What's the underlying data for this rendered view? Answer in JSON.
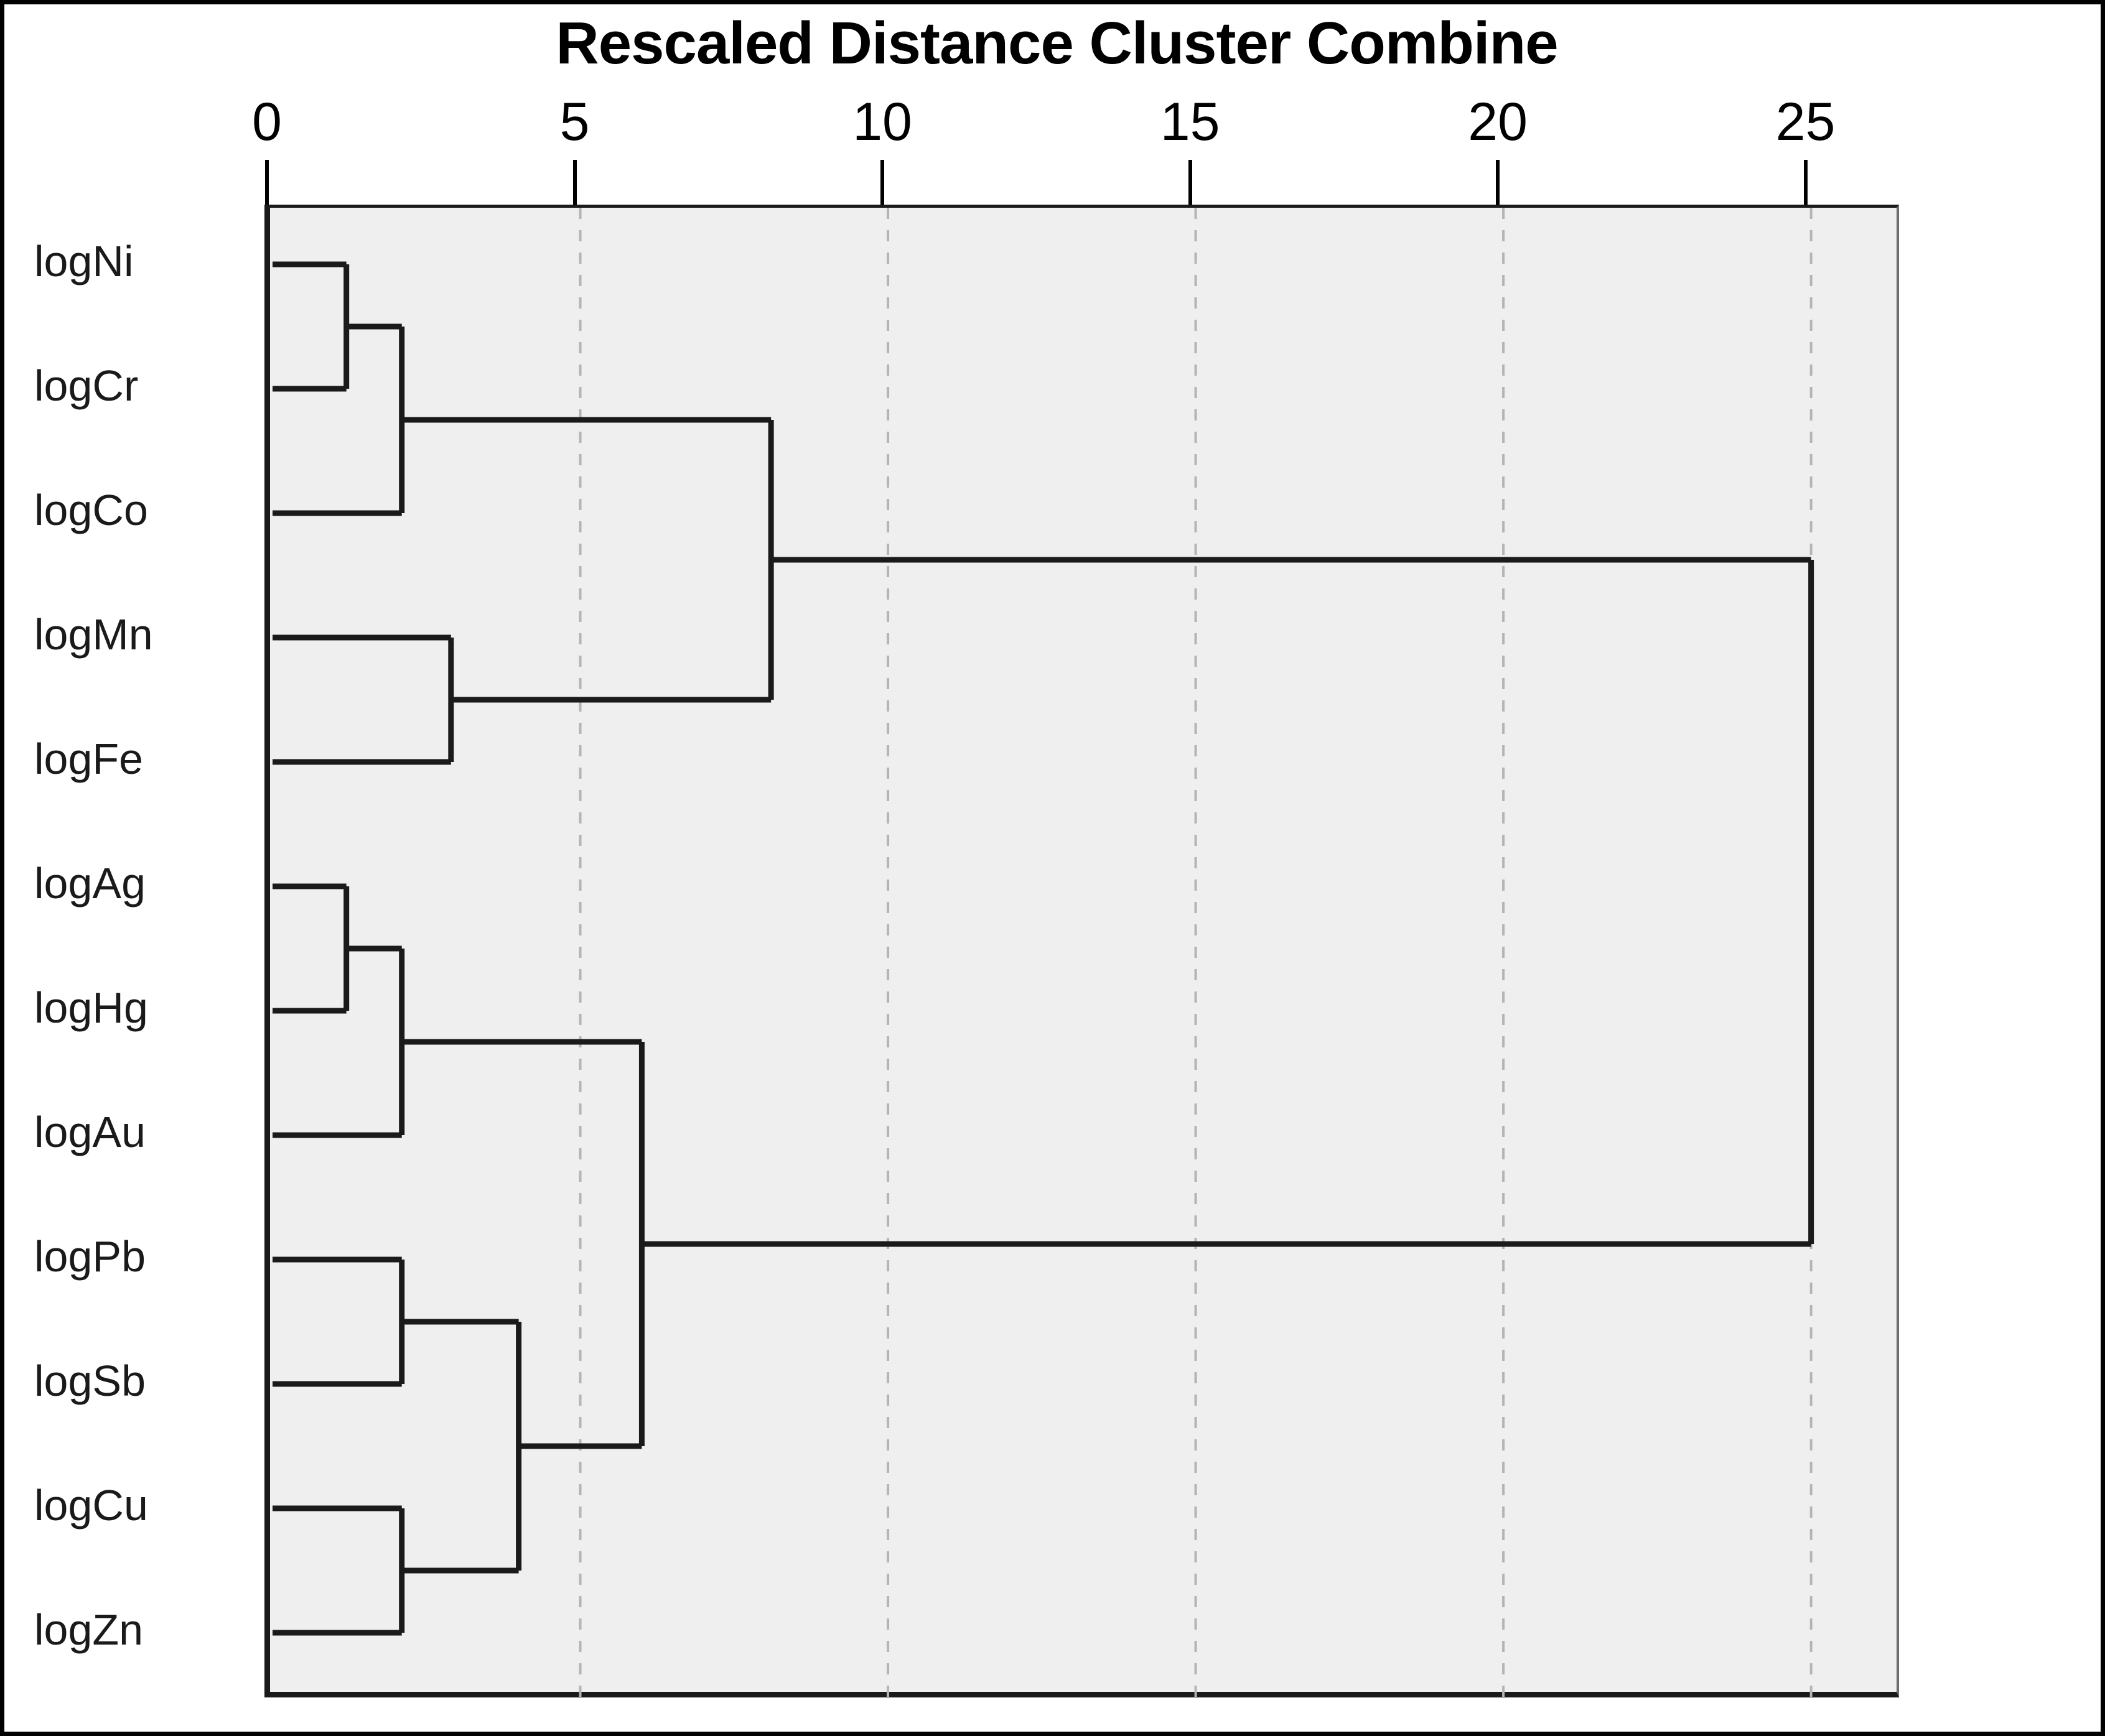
{
  "chart_data": {
    "type": "dendrogram",
    "title": "Rescaled Distance Cluster Combine",
    "xlabel": "",
    "ylabel": "",
    "xlim": [
      0,
      26.5
    ],
    "grid": "vertical dashed gridlines at 5, 10, 15, 20, 25",
    "x_ticks": [
      {
        "value": 0,
        "label": "0"
      },
      {
        "value": 5,
        "label": "5"
      },
      {
        "value": 10,
        "label": "10"
      },
      {
        "value": 15,
        "label": "15"
      },
      {
        "value": 20,
        "label": "20"
      },
      {
        "value": 25,
        "label": "25"
      }
    ],
    "leaves": [
      "logNi",
      "logCr",
      "logCo",
      "logMn",
      "logFe",
      "logAg",
      "logHg",
      "logAu",
      "logPb",
      "logSb",
      "logCu",
      "logZn"
    ],
    "merges": [
      {
        "id": "m1",
        "left": "logNi",
        "right": "logCr",
        "distance": 1.2
      },
      {
        "id": "m2",
        "left": "m1",
        "right": "logCo",
        "distance": 2.1
      },
      {
        "id": "m3",
        "left": "logMn",
        "right": "logFe",
        "distance": 2.9
      },
      {
        "id": "m4",
        "left": "m2",
        "right": "m3",
        "distance": 8.1
      },
      {
        "id": "m5",
        "left": "logAg",
        "right": "logHg",
        "distance": 1.2
      },
      {
        "id": "m6",
        "left": "m5",
        "right": "logAu",
        "distance": 2.1
      },
      {
        "id": "m7",
        "left": "logPb",
        "right": "logSb",
        "distance": 2.1
      },
      {
        "id": "m8",
        "left": "logCu",
        "right": "logZn",
        "distance": 2.1
      },
      {
        "id": "m9",
        "left": "m7",
        "right": "m8",
        "distance": 4.0
      },
      {
        "id": "m10",
        "left": "m6",
        "right": "m9",
        "distance": 6.0
      },
      {
        "id": "m11",
        "left": "m4",
        "right": "m10",
        "distance": 25.0
      }
    ],
    "clusters_described": [
      "Cluster A: logNi, logCr, logCo, logMn, logFe (joins at ~8.1)",
      "Cluster B: logAg, logHg, logAu, logPb, logSb, logCu, logZn (joins at ~6.0)",
      "Root: A + B joins at 25.0"
    ],
    "colors": {
      "plot_background": "#efefef",
      "line": "#1a1a1a",
      "gridline": "#b4b4b4",
      "text": "#000000",
      "page_background": "#ffffff",
      "border": "#000000"
    }
  }
}
